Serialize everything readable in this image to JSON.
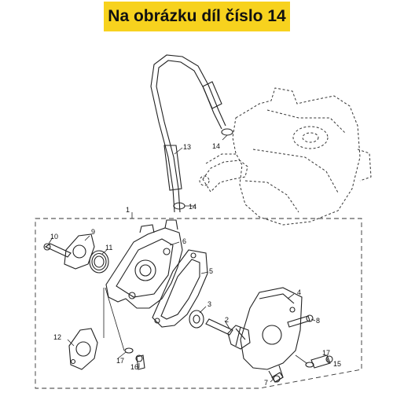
{
  "banner": {
    "text": "Na obrázku díl číslo 14",
    "color": "#f7d21e"
  },
  "callouts": {
    "c1": "1",
    "c2": "2",
    "c3": "3",
    "c4": "4",
    "c5": "5",
    "c6": "6",
    "c7": "7",
    "c8": "8",
    "c9": "9",
    "c10": "10",
    "c11": "11",
    "c12": "12",
    "c13": "13",
    "c14a": "14",
    "c14b": "14",
    "c15": "15",
    "c16": "16",
    "c17a": "17",
    "c17b": "17"
  }
}
